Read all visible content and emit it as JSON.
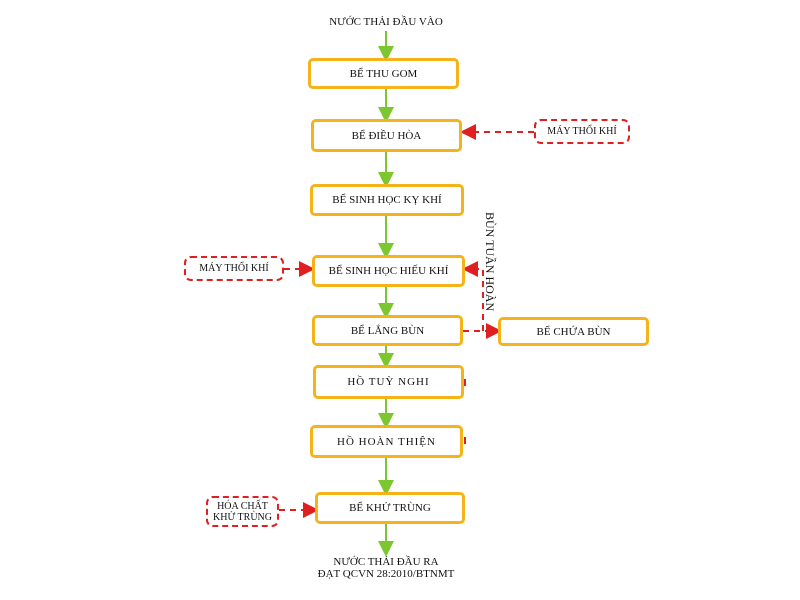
{
  "colors": {
    "process_border": "#f5b31a",
    "flow_arrow": "#7cc72f",
    "aux_dashed": "#e02020"
  },
  "input_label": "NƯỚC THẢI ĐẦU VÀO",
  "steps": [
    "BỂ THU GOM",
    "BỂ ĐIỀU HÒA",
    "BỂ SINH HỌC KỴ KHÍ",
    "BỂ SINH HỌC HIẾU KHÍ",
    "BỂ LẮNG BÙN",
    "HỒ TUỲ NGHI",
    "HỒ HOÀN THIỆN",
    "BỂ KHỬ TRÙNG"
  ],
  "aux": {
    "blower_1": "MÁY THỔI KHÍ",
    "blower_2": "MÁY THỔI KHÍ",
    "sludge_tank": "BỂ CHỨA BÙN",
    "chemical_line1": "HÓA CHẤT",
    "chemical_line2": "KHỬ TRÙNG"
  },
  "recycle_label": "BÙN TUẦN HOÀN",
  "output_line1": "NƯỚC THẢI ĐẦU RA",
  "output_line2": "ĐẠT QCVN 28:2010/BTNMT"
}
